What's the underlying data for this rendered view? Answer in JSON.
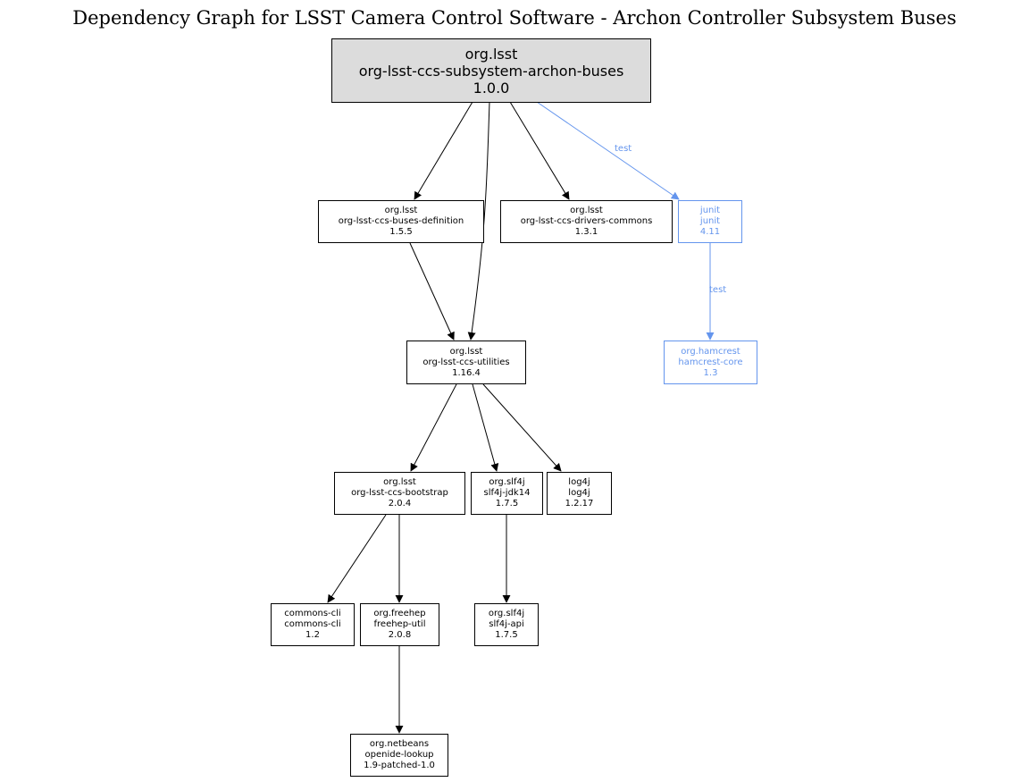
{
  "title": "Dependency Graph for LSST Camera Control Software - Archon Controller Subsystem Buses",
  "colors": {
    "compile": "#000000",
    "test": "#6495ed",
    "root_fill": "#dcdcdc"
  },
  "nodes": {
    "root": {
      "group": "org.lsst",
      "artifact": "org-lsst-ccs-subsystem-archon-buses",
      "version": "1.0.0"
    },
    "buses_definition": {
      "group": "org.lsst",
      "artifact": "org-lsst-ccs-buses-definition",
      "version": "1.5.5"
    },
    "drivers_commons": {
      "group": "org.lsst",
      "artifact": "org-lsst-ccs-drivers-commons",
      "version": "1.3.1"
    },
    "junit": {
      "group": "junit",
      "artifact": "junit",
      "version": "4.11"
    },
    "utilities": {
      "group": "org.lsst",
      "artifact": "org-lsst-ccs-utilities",
      "version": "1.16.4"
    },
    "hamcrest": {
      "group": "org.hamcrest",
      "artifact": "hamcrest-core",
      "version": "1.3"
    },
    "bootstrap": {
      "group": "org.lsst",
      "artifact": "org-lsst-ccs-bootstrap",
      "version": "2.0.4"
    },
    "slf4j_jdk14": {
      "group": "org.slf4j",
      "artifact": "slf4j-jdk14",
      "version": "1.7.5"
    },
    "log4j": {
      "group": "log4j",
      "artifact": "log4j",
      "version": "1.2.17"
    },
    "commons_cli": {
      "group": "commons-cli",
      "artifact": "commons-cli",
      "version": "1.2"
    },
    "freehep_util": {
      "group": "org.freehep",
      "artifact": "freehep-util",
      "version": "2.0.8"
    },
    "slf4j_api": {
      "group": "org.slf4j",
      "artifact": "slf4j-api",
      "version": "1.7.5"
    },
    "openide_lookup": {
      "group": "org.netbeans",
      "artifact": "openide-lookup",
      "version": "1.9-patched-1.0"
    }
  },
  "edges": [
    {
      "from": "root",
      "to": "buses_definition",
      "scope": "compile"
    },
    {
      "from": "root",
      "to": "utilities",
      "scope": "compile"
    },
    {
      "from": "root",
      "to": "drivers_commons",
      "scope": "compile"
    },
    {
      "from": "root",
      "to": "junit",
      "scope": "test",
      "label": "test"
    },
    {
      "from": "buses_definition",
      "to": "utilities",
      "scope": "compile"
    },
    {
      "from": "junit",
      "to": "hamcrest",
      "scope": "test",
      "label": "test"
    },
    {
      "from": "utilities",
      "to": "bootstrap",
      "scope": "compile"
    },
    {
      "from": "utilities",
      "to": "slf4j_jdk14",
      "scope": "compile"
    },
    {
      "from": "utilities",
      "to": "log4j",
      "scope": "compile"
    },
    {
      "from": "bootstrap",
      "to": "commons_cli",
      "scope": "compile"
    },
    {
      "from": "bootstrap",
      "to": "freehep_util",
      "scope": "compile"
    },
    {
      "from": "slf4j_jdk14",
      "to": "slf4j_api",
      "scope": "compile"
    },
    {
      "from": "freehep_util",
      "to": "openide_lookup",
      "scope": "compile"
    }
  ],
  "edge_labels": {
    "root_junit": "test",
    "junit_hamcrest": "test"
  }
}
